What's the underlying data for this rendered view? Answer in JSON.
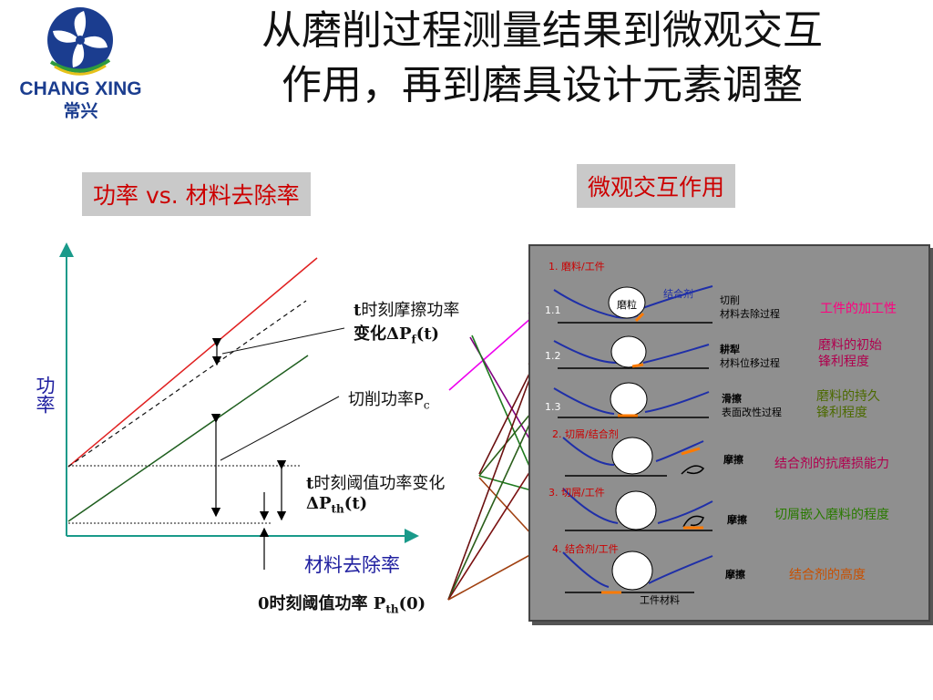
{
  "title_line1": "从磨削过程测量结果到微观交互",
  "title_line2": "作用，再到磨具设计元素调整",
  "logo": {
    "name_en": "CHANG XING",
    "name_cn": "常兴"
  },
  "left_heading": "功率 vs. 材料去除率",
  "right_heading": "微观交互作用",
  "axes": {
    "y_label": "功率",
    "x_label": "材料去除率"
  },
  "annotations": {
    "friction_change_line1": "时刻摩擦功率",
    "friction_change_t": "t",
    "friction_change_line2_prefix": "变化ΔP",
    "friction_change_sub": "f",
    "friction_change_suffix": "(t)",
    "cutting_power": "切削功率P",
    "cutting_power_sub": "c",
    "threshold_change_t": "t",
    "threshold_change_line1": "时刻阈值功率变化",
    "threshold_change_line2_prefix": "ΔP",
    "threshold_change_sub": "th",
    "threshold_change_suffix": "(t)",
    "threshold_zero_prefix": "0时刻阈值功率 P",
    "threshold_zero_sub": "th",
    "threshold_zero_suffix": "(0)"
  },
  "panel": {
    "sec1": "1. 磨料/工件",
    "grain": "磨粒",
    "bond": "结合剂",
    "n11": "1.1",
    "n12": "1.2",
    "n13": "1.3",
    "cut_title": "切削",
    "cut_desc": "材料去除过程",
    "plough_title": "耕犁",
    "plough_desc": "材料位移过程",
    "slide_title": "滑擦",
    "slide_desc": "表面改性过程",
    "workability": "工件的加工性",
    "initial_sharp_1": "磨料的初始",
    "initial_sharp_2": "锋利程度",
    "lasting_sharp_1": "磨料的持久",
    "lasting_sharp_2": "锋利程度",
    "sec2": "2. 切屑/结合剂",
    "friction2": "摩擦",
    "bond_wear": "结合剂的抗磨损能力",
    "sec3": "3. 切屑/工件",
    "friction3": "摩擦",
    "chip_embed": "切屑嵌入磨料的程度",
    "sec4": "4. 结合剂/工件",
    "friction4": "摩擦",
    "bond_height": "结合剂的高度",
    "workpiece": "工件材料"
  },
  "colors": {
    "heading_red": "#cc0000",
    "axis_teal": "#1a9a8a",
    "curve_blue": "#1f2fa8",
    "panel_bg": "#8f8f8f",
    "workability": "#ff0080",
    "initial_sharp": "#b0004e",
    "lasting_sharp": "#4c6a00",
    "bond_wear": "#b0004e",
    "chip_embed": "#2a7a00",
    "bond_height": "#c85000"
  }
}
